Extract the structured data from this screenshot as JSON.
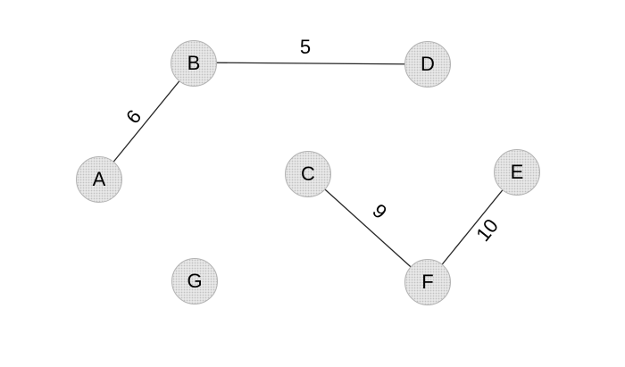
{
  "graph": {
    "type": "undirected-weighted-graph",
    "nodes": [
      {
        "id": "A",
        "label": "A"
      },
      {
        "id": "B",
        "label": "B"
      },
      {
        "id": "C",
        "label": "C"
      },
      {
        "id": "D",
        "label": "D"
      },
      {
        "id": "E",
        "label": "E"
      },
      {
        "id": "F",
        "label": "F"
      },
      {
        "id": "G",
        "label": "G"
      }
    ],
    "edges": [
      {
        "from": "A",
        "to": "B",
        "weight": "6"
      },
      {
        "from": "B",
        "to": "D",
        "weight": "5"
      },
      {
        "from": "C",
        "to": "F",
        "weight": "9"
      },
      {
        "from": "F",
        "to": "E",
        "weight": "10"
      }
    ],
    "isolated_nodes": [
      "G"
    ]
  },
  "colors": {
    "background": "#ffffff",
    "node_fill": "#e7e7e7",
    "node_dot": "#c2c2c2",
    "node_border": "#b3b3b3",
    "edge_line": "#262626",
    "label_text": "#000000"
  }
}
